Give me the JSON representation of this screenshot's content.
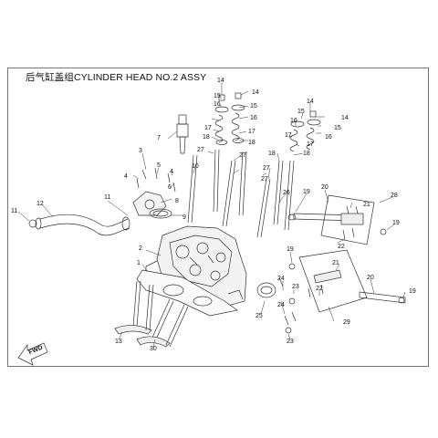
{
  "title": "后气缸盖组CYLINDER HEAD NO.2  ASSY",
  "fwd_label": "FWD",
  "callouts": [
    {
      "id": "c14a",
      "label": "14"
    },
    {
      "id": "c14b",
      "label": "14"
    },
    {
      "id": "c15a",
      "label": "15"
    },
    {
      "id": "c16a",
      "label": "16"
    },
    {
      "id": "c15b",
      "label": "15"
    },
    {
      "id": "c16b",
      "label": "16"
    },
    {
      "id": "c17a",
      "label": "17"
    },
    {
      "id": "c17b",
      "label": "17"
    },
    {
      "id": "c18a",
      "label": "18"
    },
    {
      "id": "c18b",
      "label": "18"
    },
    {
      "id": "c27a",
      "label": "27"
    },
    {
      "id": "c27b",
      "label": "27"
    },
    {
      "id": "c14c",
      "label": "14"
    },
    {
      "id": "c14d",
      "label": "14"
    },
    {
      "id": "c15c",
      "label": "15"
    },
    {
      "id": "c16c",
      "label": "16"
    },
    {
      "id": "c15d",
      "label": "15"
    },
    {
      "id": "c16d",
      "label": "16"
    },
    {
      "id": "c17c",
      "label": "17"
    },
    {
      "id": "c17d",
      "label": "17"
    },
    {
      "id": "c18c",
      "label": "18"
    },
    {
      "id": "c18d",
      "label": "18"
    },
    {
      "id": "c27c",
      "label": "27"
    },
    {
      "id": "c27d",
      "label": "27"
    },
    {
      "id": "c7",
      "label": "7"
    },
    {
      "id": "c3",
      "label": "3"
    },
    {
      "id": "c4a",
      "label": "4"
    },
    {
      "id": "c5",
      "label": "5"
    },
    {
      "id": "c4b",
      "label": "4"
    },
    {
      "id": "c10",
      "label": "10"
    },
    {
      "id": "c6",
      "label": "6"
    },
    {
      "id": "c8",
      "label": "8"
    },
    {
      "id": "c9",
      "label": "9"
    },
    {
      "id": "c11a",
      "label": "11"
    },
    {
      "id": "c12",
      "label": "12"
    },
    {
      "id": "c11b",
      "label": "11"
    },
    {
      "id": "c26",
      "label": "26"
    },
    {
      "id": "c19a",
      "label": "19"
    },
    {
      "id": "c20a",
      "label": "20"
    },
    {
      "id": "c21a",
      "label": "21"
    },
    {
      "id": "c28",
      "label": "28"
    },
    {
      "id": "c19b",
      "label": "19"
    },
    {
      "id": "c22a",
      "label": "22"
    },
    {
      "id": "c2",
      "label": "2"
    },
    {
      "id": "c1",
      "label": "1"
    },
    {
      "id": "c19c",
      "label": "19"
    },
    {
      "id": "c21b",
      "label": "21"
    },
    {
      "id": "c20b",
      "label": "20"
    },
    {
      "id": "c24a",
      "label": "24"
    },
    {
      "id": "c23a",
      "label": "23"
    },
    {
      "id": "c22b",
      "label": "22"
    },
    {
      "id": "c19d",
      "label": "19"
    },
    {
      "id": "c25",
      "label": "25"
    },
    {
      "id": "c24b",
      "label": "24"
    },
    {
      "id": "c29",
      "label": "29"
    },
    {
      "id": "c13",
      "label": "13"
    },
    {
      "id": "c30",
      "label": "30"
    },
    {
      "id": "c23b",
      "label": "23"
    }
  ]
}
